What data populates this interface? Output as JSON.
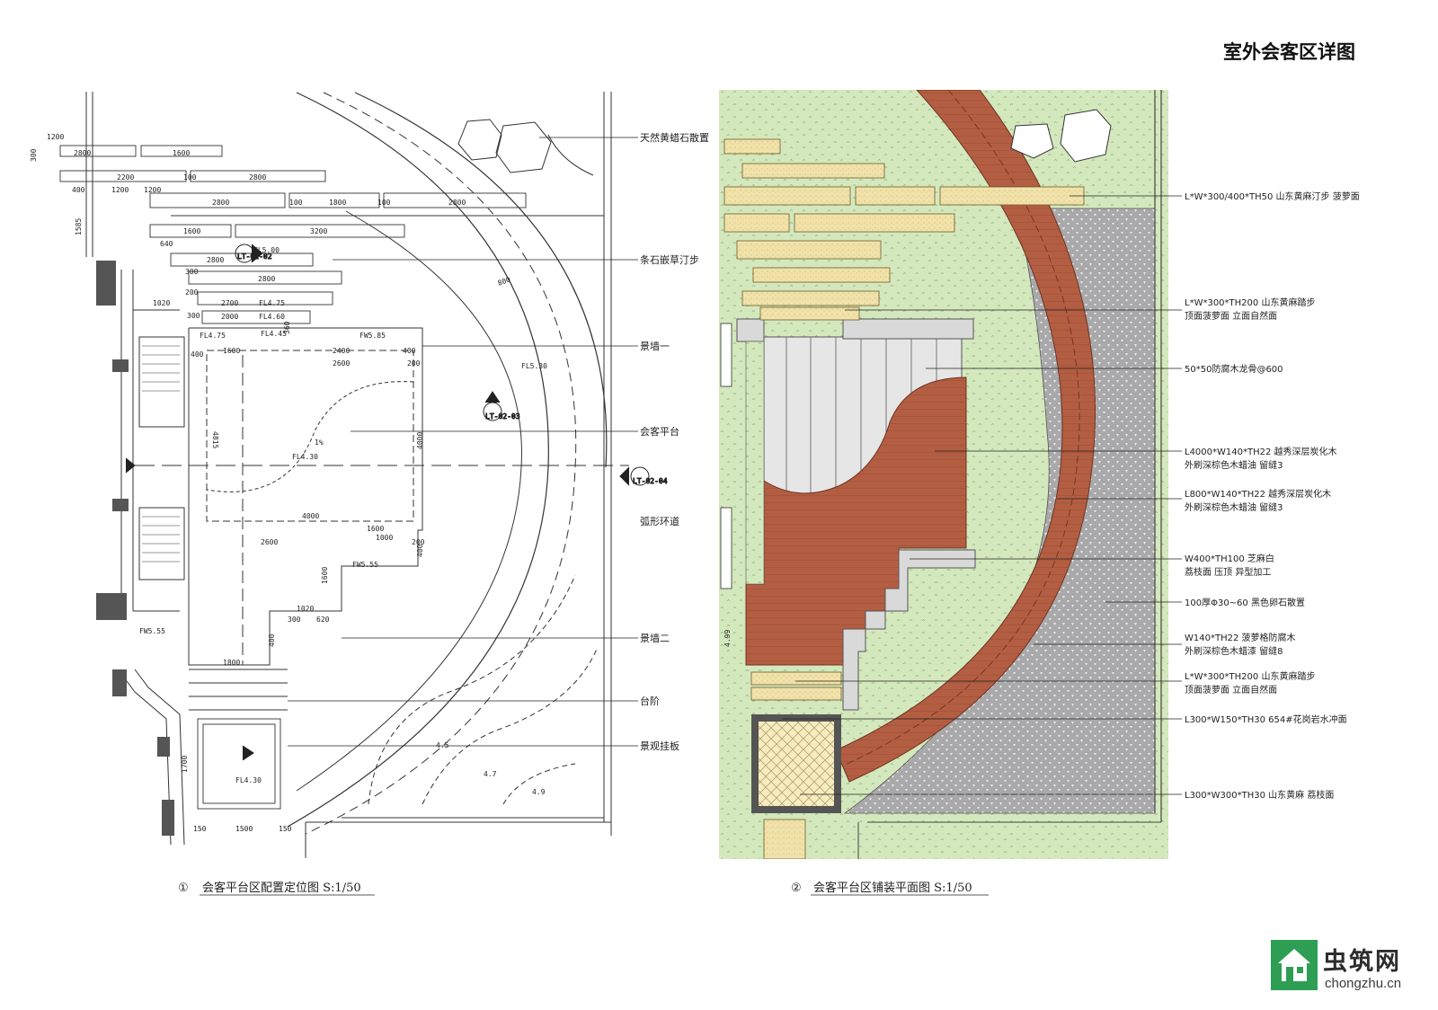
{
  "sheet": {
    "title": "室外会客区详图"
  },
  "plan_left": {
    "caption_no": "①",
    "caption": "会客平台区配置定位图 S:1/50",
    "labels": [
      "天然黄蜡石散置",
      "条石嵌草汀步",
      "景墙一",
      "会客平台",
      "弧形环道",
      "景墙二",
      "台阶",
      "景观挂板"
    ],
    "dims": [
      "1200",
      "2800",
      "1600",
      "2200",
      "100",
      "2800",
      "400",
      "1200",
      "2800",
      "100",
      "1800",
      "100",
      "2800",
      "1600",
      "3200",
      "640",
      "2800",
      "300",
      "2800",
      "200",
      "2700",
      "300",
      "2000",
      "1020",
      "400",
      "2400",
      "400",
      "1600",
      "2600",
      "200",
      "4000",
      "4000",
      "1600",
      "1000",
      "2600",
      "200",
      "400",
      "1600",
      "300",
      "1020",
      "620",
      "400",
      "1800",
      "1700",
      "150",
      "1500",
      "150",
      "800",
      "4815",
      "360",
      "1585",
      "1200",
      "300"
    ],
    "elevs": [
      "FL5.30",
      "FL4.75",
      "FL4.60",
      "FL4.45",
      "FL4.75",
      "FW5.85",
      "FL4.30",
      "FL5.00",
      "FW5.55",
      "FW5.55",
      "FL4.30",
      "4.5",
      "4.7",
      "4.9",
      "1%"
    ],
    "symbols": [
      "LT-02-02",
      "LT-02-03",
      "LT-02-04"
    ]
  },
  "plan_right": {
    "caption_no": "②",
    "caption": "会客平台区铺装平面图 S:1/50",
    "notes": [
      [
        "L*W*300/400*TH50 山东黄麻汀步 菠萝面"
      ],
      [
        "L*W*300*TH200 山东黄麻踏步",
        "顶面菠萝面 立面自然面"
      ],
      [
        "50*50防腐木龙骨@600"
      ],
      [
        "L4000*W140*TH22 越秀深层炭化木",
        "外刷深棕色木蜡油 留缝3"
      ],
      [
        "L800*W140*TH22 越秀深层炭化木",
        "外刷深棕色木蜡油 留缝3"
      ],
      [
        "W400*TH100 芝麻白",
        "荔枝面 压顶 异型加工"
      ],
      [
        "100厚Φ30~60 黑色卵石散置"
      ],
      [
        "W140*TH22 菠萝格防腐木",
        "外刷深棕色木蜡漆 留缝8"
      ],
      [
        "L*W*300*TH200 山东黄麻踏步",
        "顶面菠萝面 立面自然面"
      ],
      [
        "L300*W150*TH30 654#花岗岩水冲面"
      ],
      [
        "L300*W300*TH30 山东黄麻 荔枝面"
      ]
    ],
    "elev_text": "4.99"
  },
  "logo": {
    "brand": "虫筑网",
    "url": "chongzhu.cn"
  },
  "colors": {
    "grass": "#d4e8bd",
    "wood": "#b35e42",
    "wood_dark": "#8c4430",
    "gravel": "#a9a9ab",
    "stone": "#f1e2a9",
    "coping": "#d9d9d9",
    "logo_green": "#2e9e54"
  }
}
